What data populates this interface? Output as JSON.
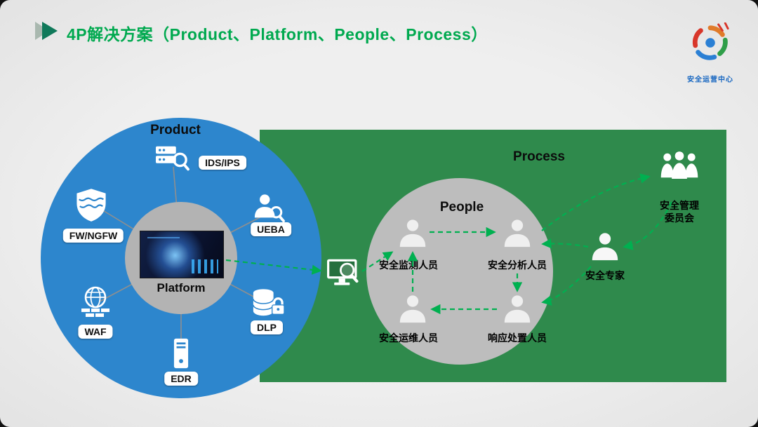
{
  "slide": {
    "title": "4P解决方案（Product、Platform、People、Process）",
    "logo": {
      "caption": "安全运营中心",
      "icon": "beidou-swirl-logo"
    }
  },
  "product": {
    "label": "Product",
    "platform_label": "Platform",
    "items": [
      {
        "label": "IDS/IPS",
        "icon": "server-scan-icon"
      },
      {
        "label": "FW/NGFW",
        "icon": "shield-icon"
      },
      {
        "label": "UEBA",
        "icon": "user-analytics-icon"
      },
      {
        "label": "WAF",
        "icon": "globe-firewall-icon"
      },
      {
        "label": "DLP",
        "icon": "database-lock-icon"
      },
      {
        "label": "EDR",
        "icon": "server-tower-icon"
      }
    ]
  },
  "process": {
    "label": "Process",
    "people": {
      "label": "People",
      "roles": [
        {
          "label": "安全监测人员",
          "icon": "person-icon"
        },
        {
          "label": "安全分析人员",
          "icon": "person-icon"
        },
        {
          "label": "安全运维人员",
          "icon": "person-icon"
        },
        {
          "label": "响应处置人员",
          "icon": "person-icon"
        }
      ]
    },
    "expert": {
      "label": "安全专家",
      "icon": "person-icon"
    },
    "committee": {
      "label": "安全管理委员会",
      "icon": "people-group-icon"
    },
    "monitor_icon": "monitor-search-icon"
  },
  "colors": {
    "title_green": "#00a94f",
    "blue_circle": "#2d86cd",
    "green_panel": "#2f8a4c",
    "gray_circle": "#b5b5b5",
    "arrow_green": "#00b050"
  }
}
